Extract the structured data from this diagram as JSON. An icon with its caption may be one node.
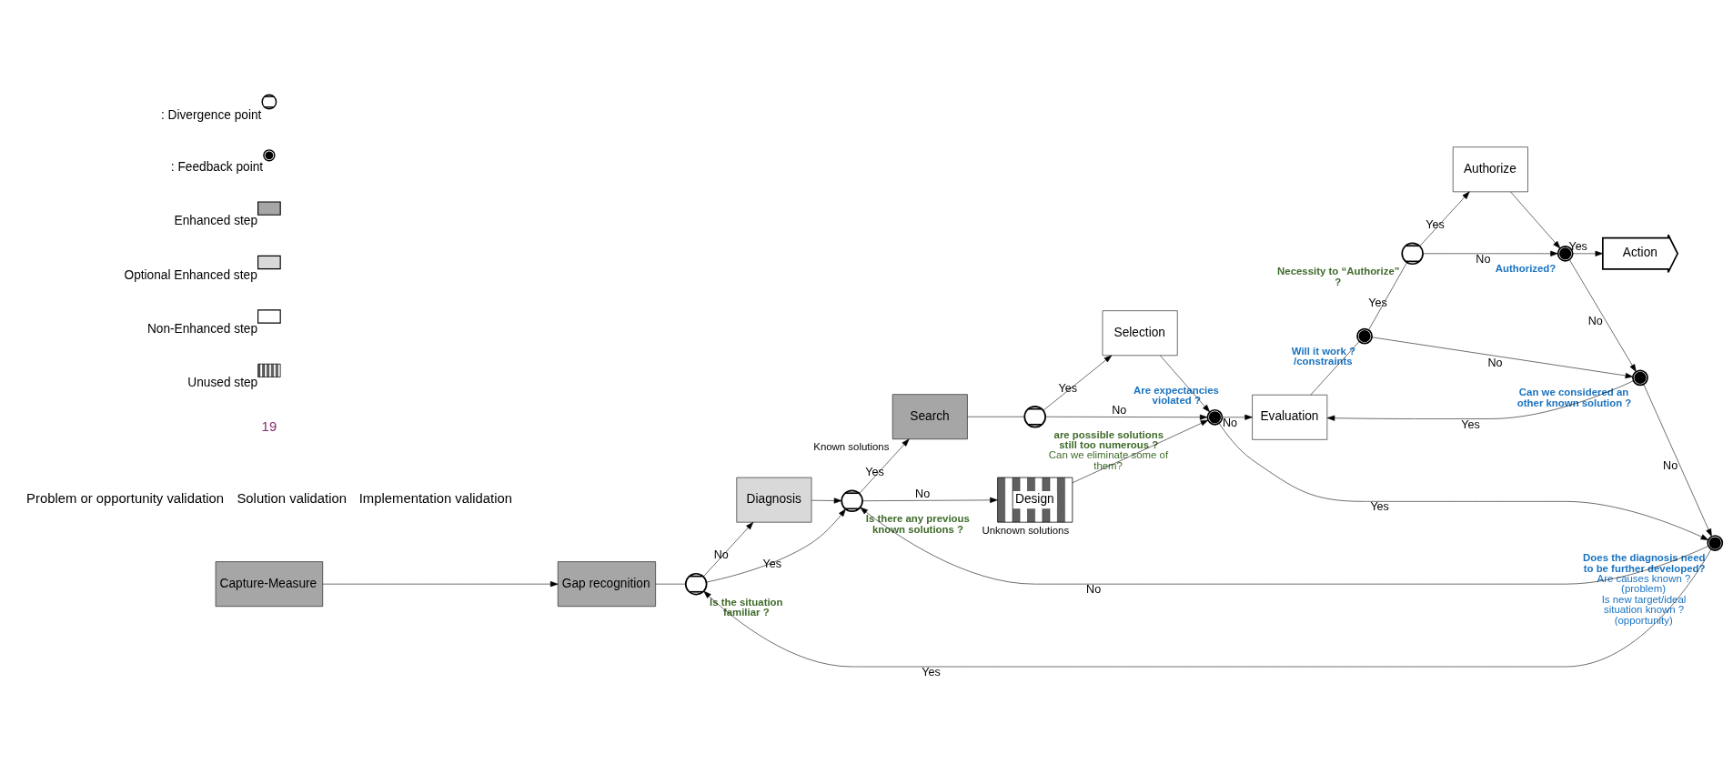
{
  "diagram": {
    "nodes": [
      {
        "text": [
          "Capture-Measure"
        ]
      },
      {
        "text": [
          "Gap recognition"
        ]
      },
      {
        "text": [],
        "shape": "crossed-circle",
        "beside": [
          "Is the situation familiar ?"
        ]
      },
      {
        "text": [
          "Diagnosis"
        ]
      },
      {
        "text": [],
        "shape": "crossed-circle",
        "beside": [
          "Is there any previous known solutions ?"
        ]
      },
      {
        "text": [
          "Search"
        ],
        "beside": [
          "Known solutions"
        ]
      },
      {
        "text": [
          "Design"
        ],
        "beside": [
          "Unknown solutions"
        ]
      },
      {
        "text": [],
        "shape": "crossed-circle",
        "beside": [
          "are possible solutions still too numerous ?",
          "Can we eliminate some of them?"
        ]
      },
      {
        "text": [
          "Selection"
        ]
      },
      {
        "text": [],
        "shape": "dotted-circle",
        "beside": [
          "Are expectancies violated ?"
        ]
      },
      {
        "text": [
          "Evaluation"
        ]
      },
      {
        "text": [],
        "shape": "dotted-circle",
        "beside": [
          "Will it work ? /constraints"
        ]
      },
      {
        "text": [],
        "shape": "crossed-circle",
        "beside": [
          "Necessity to “Authorize” ?"
        ]
      },
      {
        "text": [
          "Authorize"
        ]
      },
      {
        "text": [],
        "shape": "dotted-circle",
        "beside": [
          "Authorized?"
        ]
      },
      {
        "text": [
          "Action"
        ]
      },
      {
        "text": [],
        "shape": "dotted-circle",
        "beside": [
          "Does the diagnosis need to be further developed?",
          "Are causes known ? (problem)",
          "Is new target/ideal situation known ? (opportunity)"
        ]
      },
      {
        "text": [],
        "shape": "dotted-circle",
        "beside": [
          "Can we considered an other known solution ?"
        ]
      }
    ],
    "edges": [
      {
        "from": 0,
        "to": 1,
        "arrow": "to"
      },
      {
        "from": 1,
        "to": 2,
        "arrow": "none"
      },
      {
        "from": 2,
        "to": 3,
        "arrow": "to",
        "label": "No"
      },
      {
        "from": 2,
        "to": 4,
        "arrow": "to",
        "label": "Yes"
      },
      {
        "from": 3,
        "to": 4,
        "arrow": "to"
      },
      {
        "from": 4,
        "to": 5,
        "arrow": "to",
        "label": "Yes"
      },
      {
        "from": 4,
        "to": 6,
        "arrow": "to",
        "label": "No"
      },
      {
        "from": 5,
        "to": 7,
        "arrow": "none"
      },
      {
        "from": 7,
        "to": 8,
        "arrow": "to",
        "label": "Yes"
      },
      {
        "from": 7,
        "to": 9,
        "arrow": "to",
        "label": "No"
      },
      {
        "from": 6,
        "to": 9,
        "arrow": "to"
      },
      {
        "from": 8,
        "to": 9,
        "arrow": "to"
      },
      {
        "from": 9,
        "to": 10,
        "arrow": "to",
        "label": "No"
      },
      {
        "from": 9,
        "to": 16,
        "arrow": "to",
        "label": "Yes"
      },
      {
        "from": 10,
        "to": 11,
        "arrow": "none"
      },
      {
        "from": 11,
        "to": 12,
        "arrow": "none",
        "label": "Yes"
      },
      {
        "from": 11,
        "to": 17,
        "arrow": "to",
        "label": "No"
      },
      {
        "from": 12,
        "to": 13,
        "arrow": "to",
        "label": "Yes"
      },
      {
        "from": 12,
        "to": 14,
        "arrow": "to",
        "label": "No"
      },
      {
        "from": 13,
        "to": 14,
        "arrow": "to"
      },
      {
        "from": 14,
        "to": 15,
        "arrow": "to",
        "label": "Yes"
      },
      {
        "from": 14,
        "to": 17,
        "arrow": "to",
        "label": "No"
      },
      {
        "from": 17,
        "to": 10,
        "arrow": "to",
        "label": "Yes"
      },
      {
        "from": 17,
        "to": 16,
        "arrow": "to",
        "label": "No"
      },
      {
        "from": 16,
        "to": 2,
        "arrow": "to",
        "label": "Yes"
      },
      {
        "from": 16,
        "to": 4,
        "arrow": "to",
        "label": "No"
      }
    ],
    "labels": [
      "Problem or opportunity validation",
      "Solution validation",
      "Implementation validation",
      "19"
    ],
    "legend": [
      {
        "text": ": Divergence point"
      },
      {
        "text": ": Feedback point"
      },
      {
        "text": "Enhanced step",
        "color": "#a6a6a6"
      },
      {
        "text": "Optional Enhanced step",
        "color": "#d9d9d9"
      },
      {
        "text": "Non-Enhanced step",
        "color": "#ffffff"
      },
      {
        "text": "Unused step"
      }
    ]
  }
}
